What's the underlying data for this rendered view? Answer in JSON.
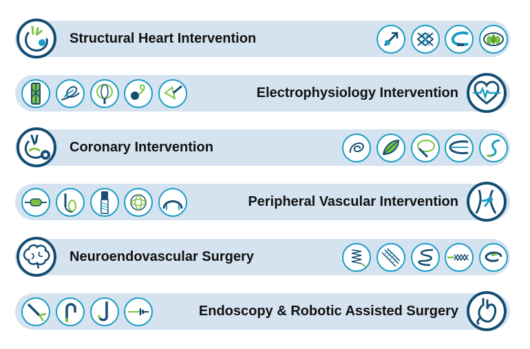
{
  "categories": [
    {
      "label": "Structural Heart Intervention",
      "main_icon": "heart-valve-icon",
      "device_icons": [
        "delivery-system-icon",
        "valve-frame-icon",
        "catheter-icon",
        "occluder-icon"
      ]
    },
    {
      "label": "Electrophysiology Intervention",
      "main_icon": "heart-rhythm-icon",
      "device_icons": [
        "sheath-icon",
        "loop-catheter-icon",
        "basket-catheter-icon",
        "ablation-catheter-icon",
        "mapping-catheter-icon"
      ]
    },
    {
      "label": "Coronary Intervention",
      "main_icon": "coronary-heart-icon",
      "device_icons": [
        "guidewire-coil-icon",
        "balloon-icon",
        "loop-wire-icon",
        "guide-catheter-icon",
        "microcatheter-icon"
      ]
    },
    {
      "label": "Peripheral Vascular Intervention",
      "main_icon": "vessel-icon",
      "device_icons": [
        "balloon-catheter-icon",
        "snare-icon",
        "stent-graft-icon",
        "filter-icon",
        "vena-cava-filter-icon"
      ]
    },
    {
      "label": "Neuroendovascular Surgery",
      "main_icon": "brain-icon",
      "device_icons": [
        "embolic-coil-icon",
        "flow-diverter-icon",
        "aspiration-catheter-icon",
        "stent-retriever-icon",
        "neuro-microcatheter-icon"
      ]
    },
    {
      "label": "Endoscopy & Robotic Assisted Surgery",
      "main_icon": "stomach-icon",
      "device_icons": [
        "grasper-icon",
        "hook-icon",
        "probe-icon",
        "injection-needle-icon"
      ]
    }
  ],
  "colors": {
    "navy": "#134d71",
    "teal": "#1a9cc4",
    "green": "#7cc243",
    "bar": "#d5e3f0"
  }
}
